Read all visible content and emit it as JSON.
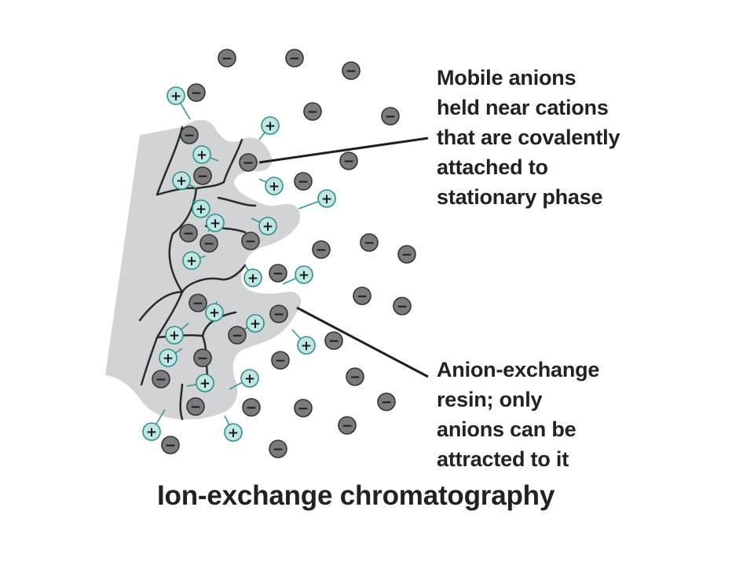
{
  "diagram": {
    "title": "Ion-exchange chromatography",
    "annotations": {
      "mobile_anions": {
        "lines": [
          "Mobile anions",
          "held near cations",
          "that are covalently",
          "attached to",
          "stationary phase"
        ]
      },
      "resin": {
        "lines": [
          "Anion-exchange",
          "resin; only",
          "anions can be",
          "attracted to it"
        ]
      }
    },
    "symbols": {
      "cation": "+",
      "anion": "−"
    },
    "colors": {
      "resin_fill": "#d2d3d5",
      "resin_outline": "#2a2a2a",
      "cation_fill": "#bfe6e3",
      "cation_stroke": "#2f8f8a",
      "anion_fill": "#7a7b7e",
      "anion_stroke": "#333333",
      "tether": "#2f9a94",
      "text": "#222222"
    }
  }
}
